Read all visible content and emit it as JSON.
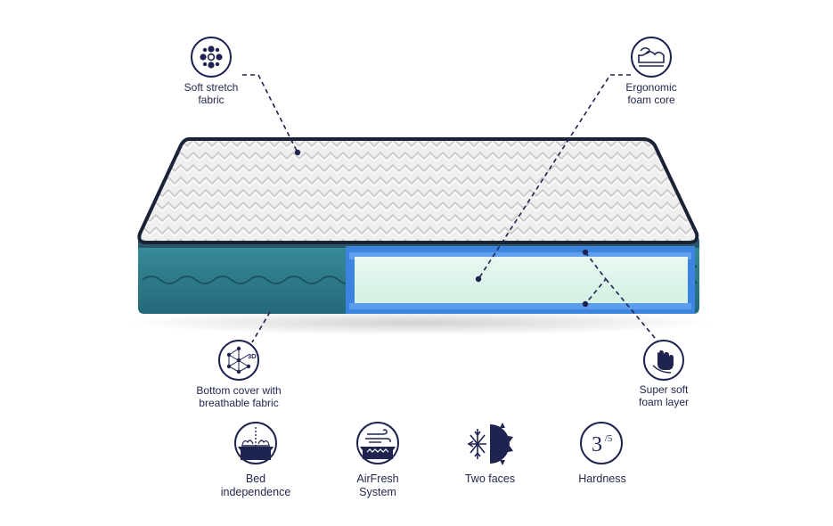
{
  "colors": {
    "navy": "#1e2350",
    "teal": "#2f7f8e",
    "teal_dark": "#1f5f6e",
    "foam_blue": "#4a8ee0",
    "foam_mint": "#dff5ec",
    "fabric": "#f2f2f2"
  },
  "callouts": {
    "soft_stretch": {
      "line1": "Soft stretch",
      "line2": "fabric",
      "icon": "fabric-circles-icon"
    },
    "ergonomic": {
      "line1": "Ergonomic",
      "line2": "foam core",
      "icon": "foam-wave-icon"
    },
    "bottom_cover": {
      "line1": "Bottom cover with",
      "line2": "breathable fabric",
      "icon": "3d-mesh-icon",
      "icon_text": "3D"
    },
    "super_soft": {
      "line1": "Super soft",
      "line2": "foam layer",
      "icon": "hand-press-icon"
    }
  },
  "features": [
    {
      "line1": "Bed",
      "line2": "independence",
      "icon": "bed-independence-icon"
    },
    {
      "line1": "AirFresh",
      "line2": "System",
      "icon": "airfresh-icon"
    },
    {
      "line1": "Two faces",
      "line2": "",
      "icon": "two-faces-icon"
    },
    {
      "line1": "Hardness",
      "line2": "",
      "icon": "hardness-icon",
      "icon_text": "3",
      "icon_sub": "/5"
    }
  ]
}
